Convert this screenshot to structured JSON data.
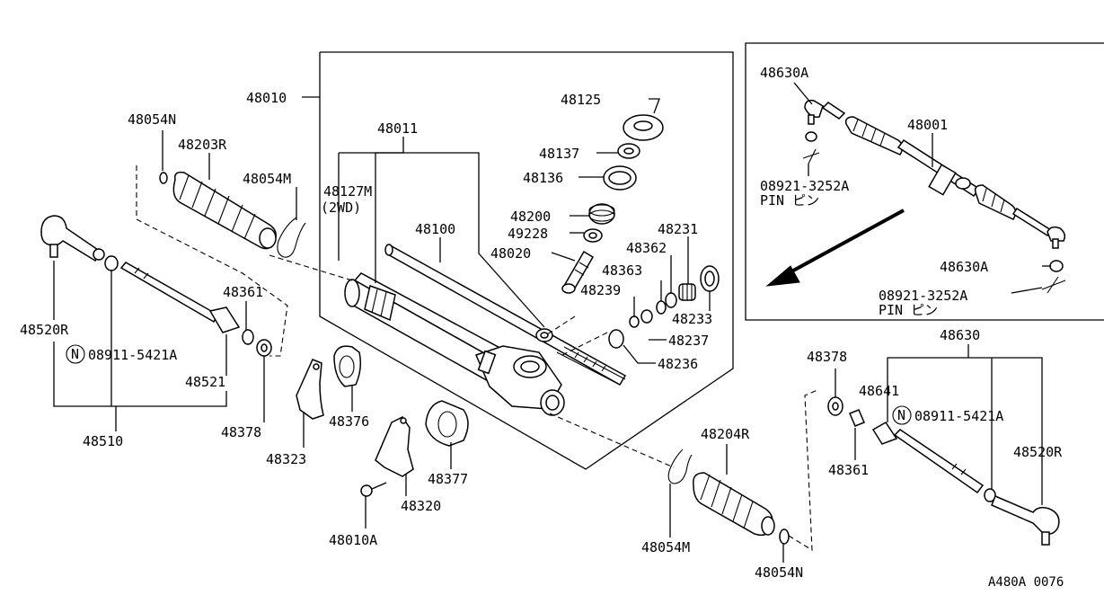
{
  "labels": {
    "p48010": "48010",
    "p48054N_top": "48054N",
    "p48203R": "48203R",
    "p48054M_top": "48054M",
    "p48011": "48011",
    "p48127M": "48127M",
    "p2wd": "(2WD)",
    "p48100": "48100",
    "p48125": "48125",
    "p48137": "48137",
    "p48136": "48136",
    "p48200": "48200",
    "p49228": "49228",
    "p48020": "48020",
    "p48231": "48231",
    "p48362": "48362",
    "p48363": "48363",
    "p48239": "48239",
    "p48233": "48233",
    "p48237": "48237",
    "p48236": "48236",
    "p48361_left": "48361",
    "p48520R_left": "48520R",
    "p08911_left": "08911-5421A",
    "p48521": "48521",
    "p48378_left": "48378",
    "p48510": "48510",
    "p48323": "48323",
    "p48376": "48376",
    "p48320": "48320",
    "p48377": "48377",
    "p48010A": "48010A",
    "p48204R": "48204R",
    "p48054M_bottom": "48054M",
    "p48054N_bottom": "48054N",
    "p48630A_top": "48630A",
    "p48001": "48001",
    "p08921_top": "08921-3252A",
    "pin_top": "PIN ピン",
    "p48630A_bottom": "48630A",
    "p08921_bottom": "08921-3252A",
    "pin_bottom": "PIN ピン",
    "p48630": "48630",
    "p48378_right": "48378",
    "p48641": "48641",
    "p08911_right": "08911-5421A",
    "p48361_right": "48361",
    "p48520R_right": "48520R",
    "ref_code": "A480A 0076"
  },
  "symbols": {
    "circled_n": "N"
  },
  "icons": [
    "tie-rod-end-icon",
    "steering-rack-icon",
    "boot-icon",
    "direction-arrow-icon"
  ]
}
